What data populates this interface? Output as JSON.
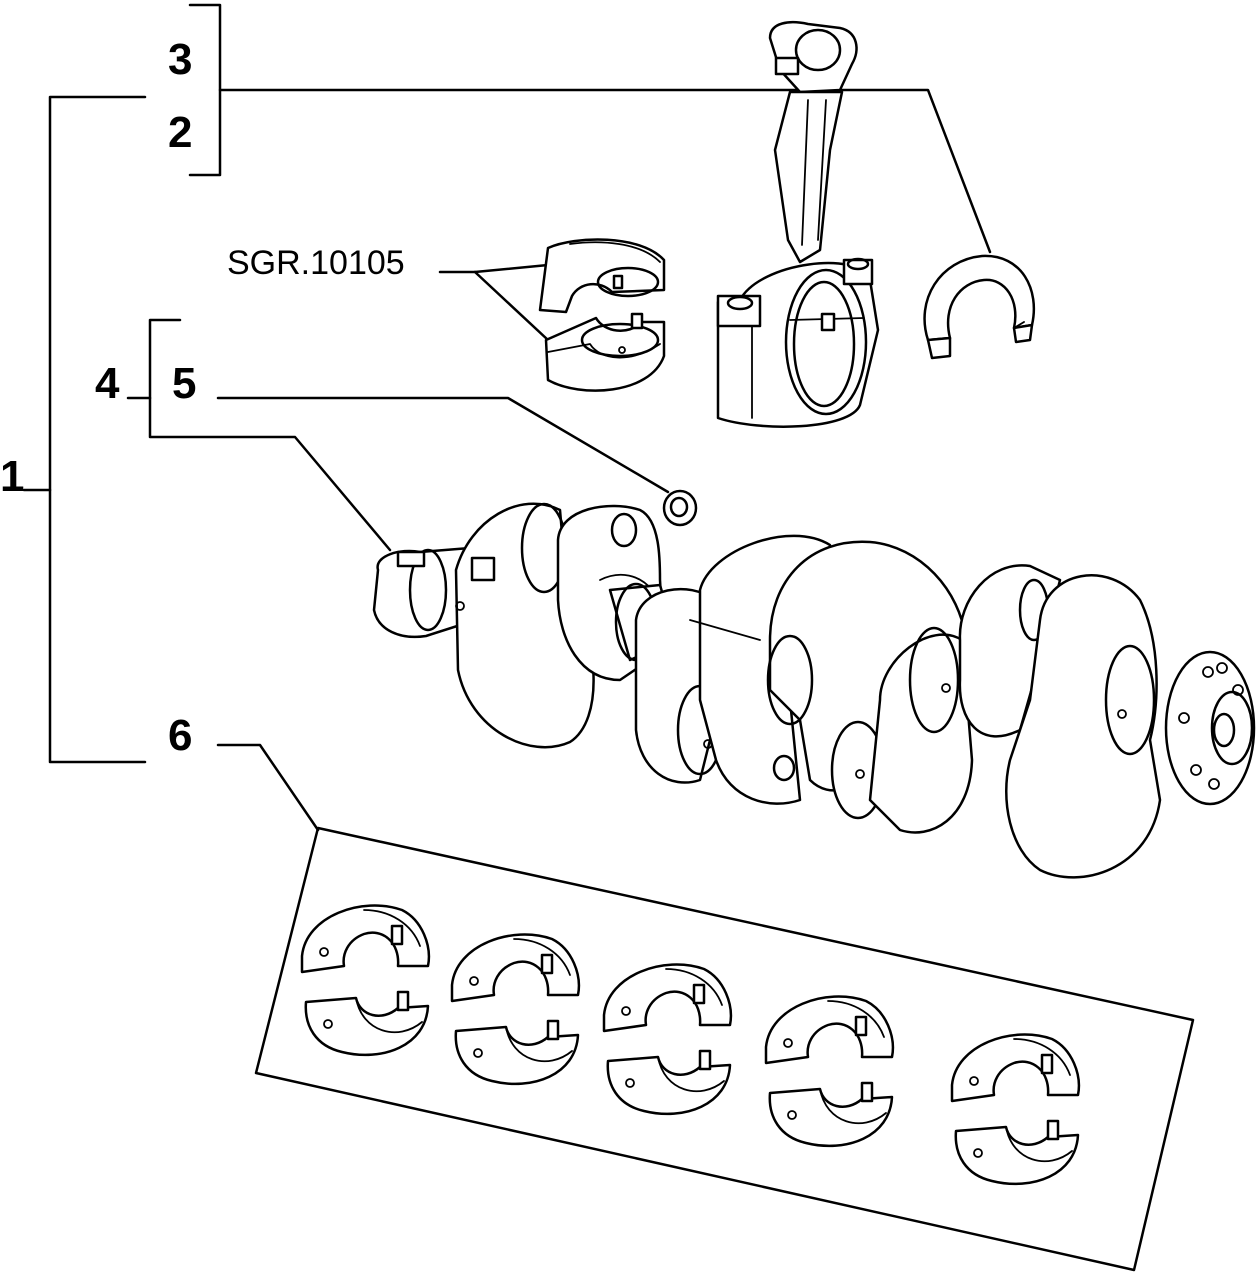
{
  "labels": {
    "p1": "1",
    "p2": "2",
    "p3": "3",
    "p4": "4",
    "p5": "5",
    "p6": "6",
    "code": "SGR.10105"
  },
  "colors": {
    "ink": "#000000",
    "paper": "#ffffff"
  },
  "icons": {
    "crankshaft": "crankshaft-icon",
    "connecting_rod": "connecting-rod-icon",
    "thrust_washer": "thrust-washer-icon",
    "rod_bearing": "rod-bearing-icon",
    "bushing": "bushing-icon",
    "main_bearing": "main-bearing-icon"
  }
}
